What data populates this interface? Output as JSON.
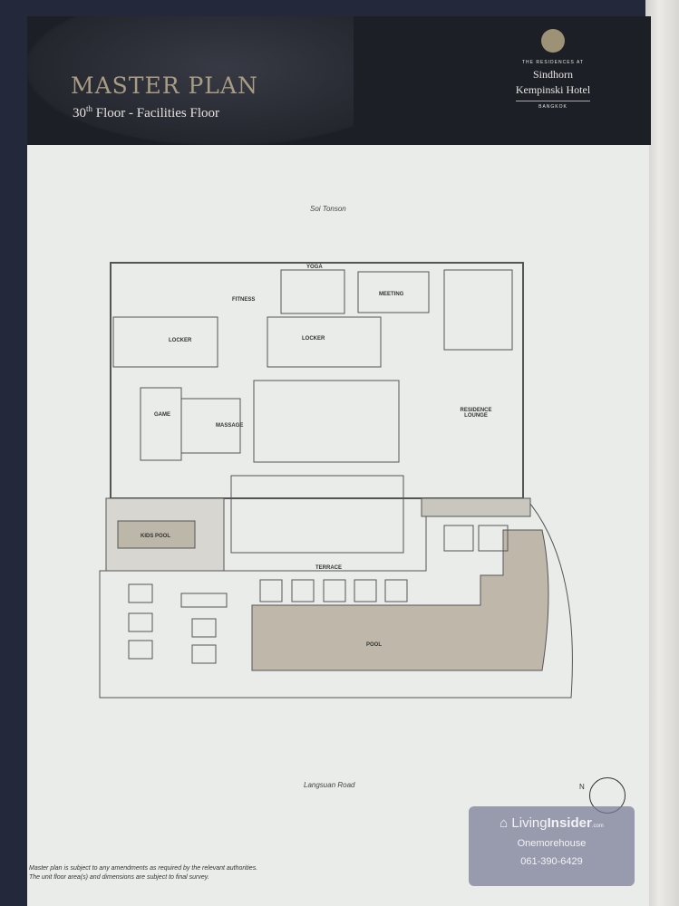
{
  "header": {
    "title": "MASTER PLAN",
    "subtitle_number": "30",
    "subtitle_sup": "th",
    "subtitle_rest": " Floor - Facilities Floor"
  },
  "logo": {
    "tagline": "THE RESIDENCES AT",
    "name_line1": "Sindhorn",
    "name_line2": "Kempinski Hotel",
    "city": "BANGKOK"
  },
  "plan": {
    "north_road": "Soi Tonson",
    "south_road": "Langsuan Road",
    "north_label": "N",
    "rooms": {
      "yoga": "YOGA",
      "meeting": "MEETING",
      "fitness": "FITNESS",
      "locker_1": "LOCKER",
      "locker_2": "LOCKER",
      "game": "GAME",
      "massage": "MASSAGE",
      "residence_lounge": "RESIDENCE LOUNGE",
      "kids_pool": "KIDS POOL",
      "terrace": "TERRACE",
      "pool": "POOL"
    }
  },
  "disclaimer": {
    "line1": "Master plan is subject to any amendments as required by the relevant authorities.",
    "line2": "The unit floor area(s) and dimensions are subject to final survey."
  },
  "watermark": {
    "brand_light": "Living",
    "brand_bold": "Insider",
    "brand_suffix": ".com",
    "agent": "Onemorehouse",
    "phone": "061-390-6429"
  }
}
